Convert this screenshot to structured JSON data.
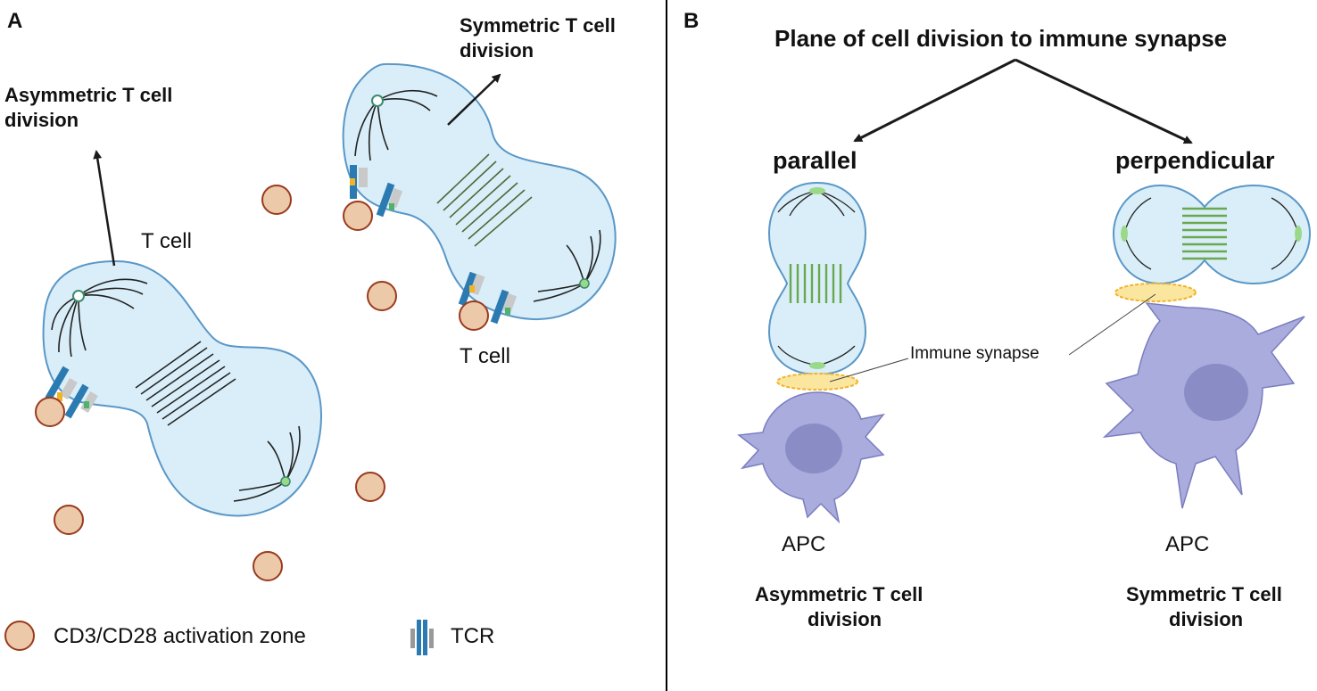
{
  "panel_a": {
    "letter": "A",
    "asym_label_1": "Asymmetric T cell",
    "asym_label_2": "division",
    "sym_label_1": "Symmetric T cell",
    "sym_label_2": "division",
    "tcell_label_left": "T cell",
    "tcell_label_right": "T cell",
    "legend_zone": "CD3/CD28 activation zone",
    "legend_tcr": "TCR"
  },
  "panel_b": {
    "letter": "B",
    "title": "Plane of cell division to immune synapse",
    "parallel": "parallel",
    "perpendicular": "perpendicular",
    "synapse_label": "Immune synapse",
    "apc_left": "APC",
    "apc_right": "APC",
    "result_left_1": "Asymmetric T cell",
    "result_left_2": "division",
    "result_right_1": "Symmetric T cell",
    "result_right_2": "division"
  },
  "colors": {
    "cell_fill": "#d9eef8",
    "cell_stroke": "#5a97c7",
    "bead_fill": "#ecc9a8",
    "bead_stroke": "#9a3a1e",
    "apc_fill": "#a9acdc",
    "apc_nucleus": "#8a8cc6",
    "synapse_fill": "#fbe6a0",
    "spindle_dark": "#222222",
    "spindle_green": "#6aa84f"
  }
}
